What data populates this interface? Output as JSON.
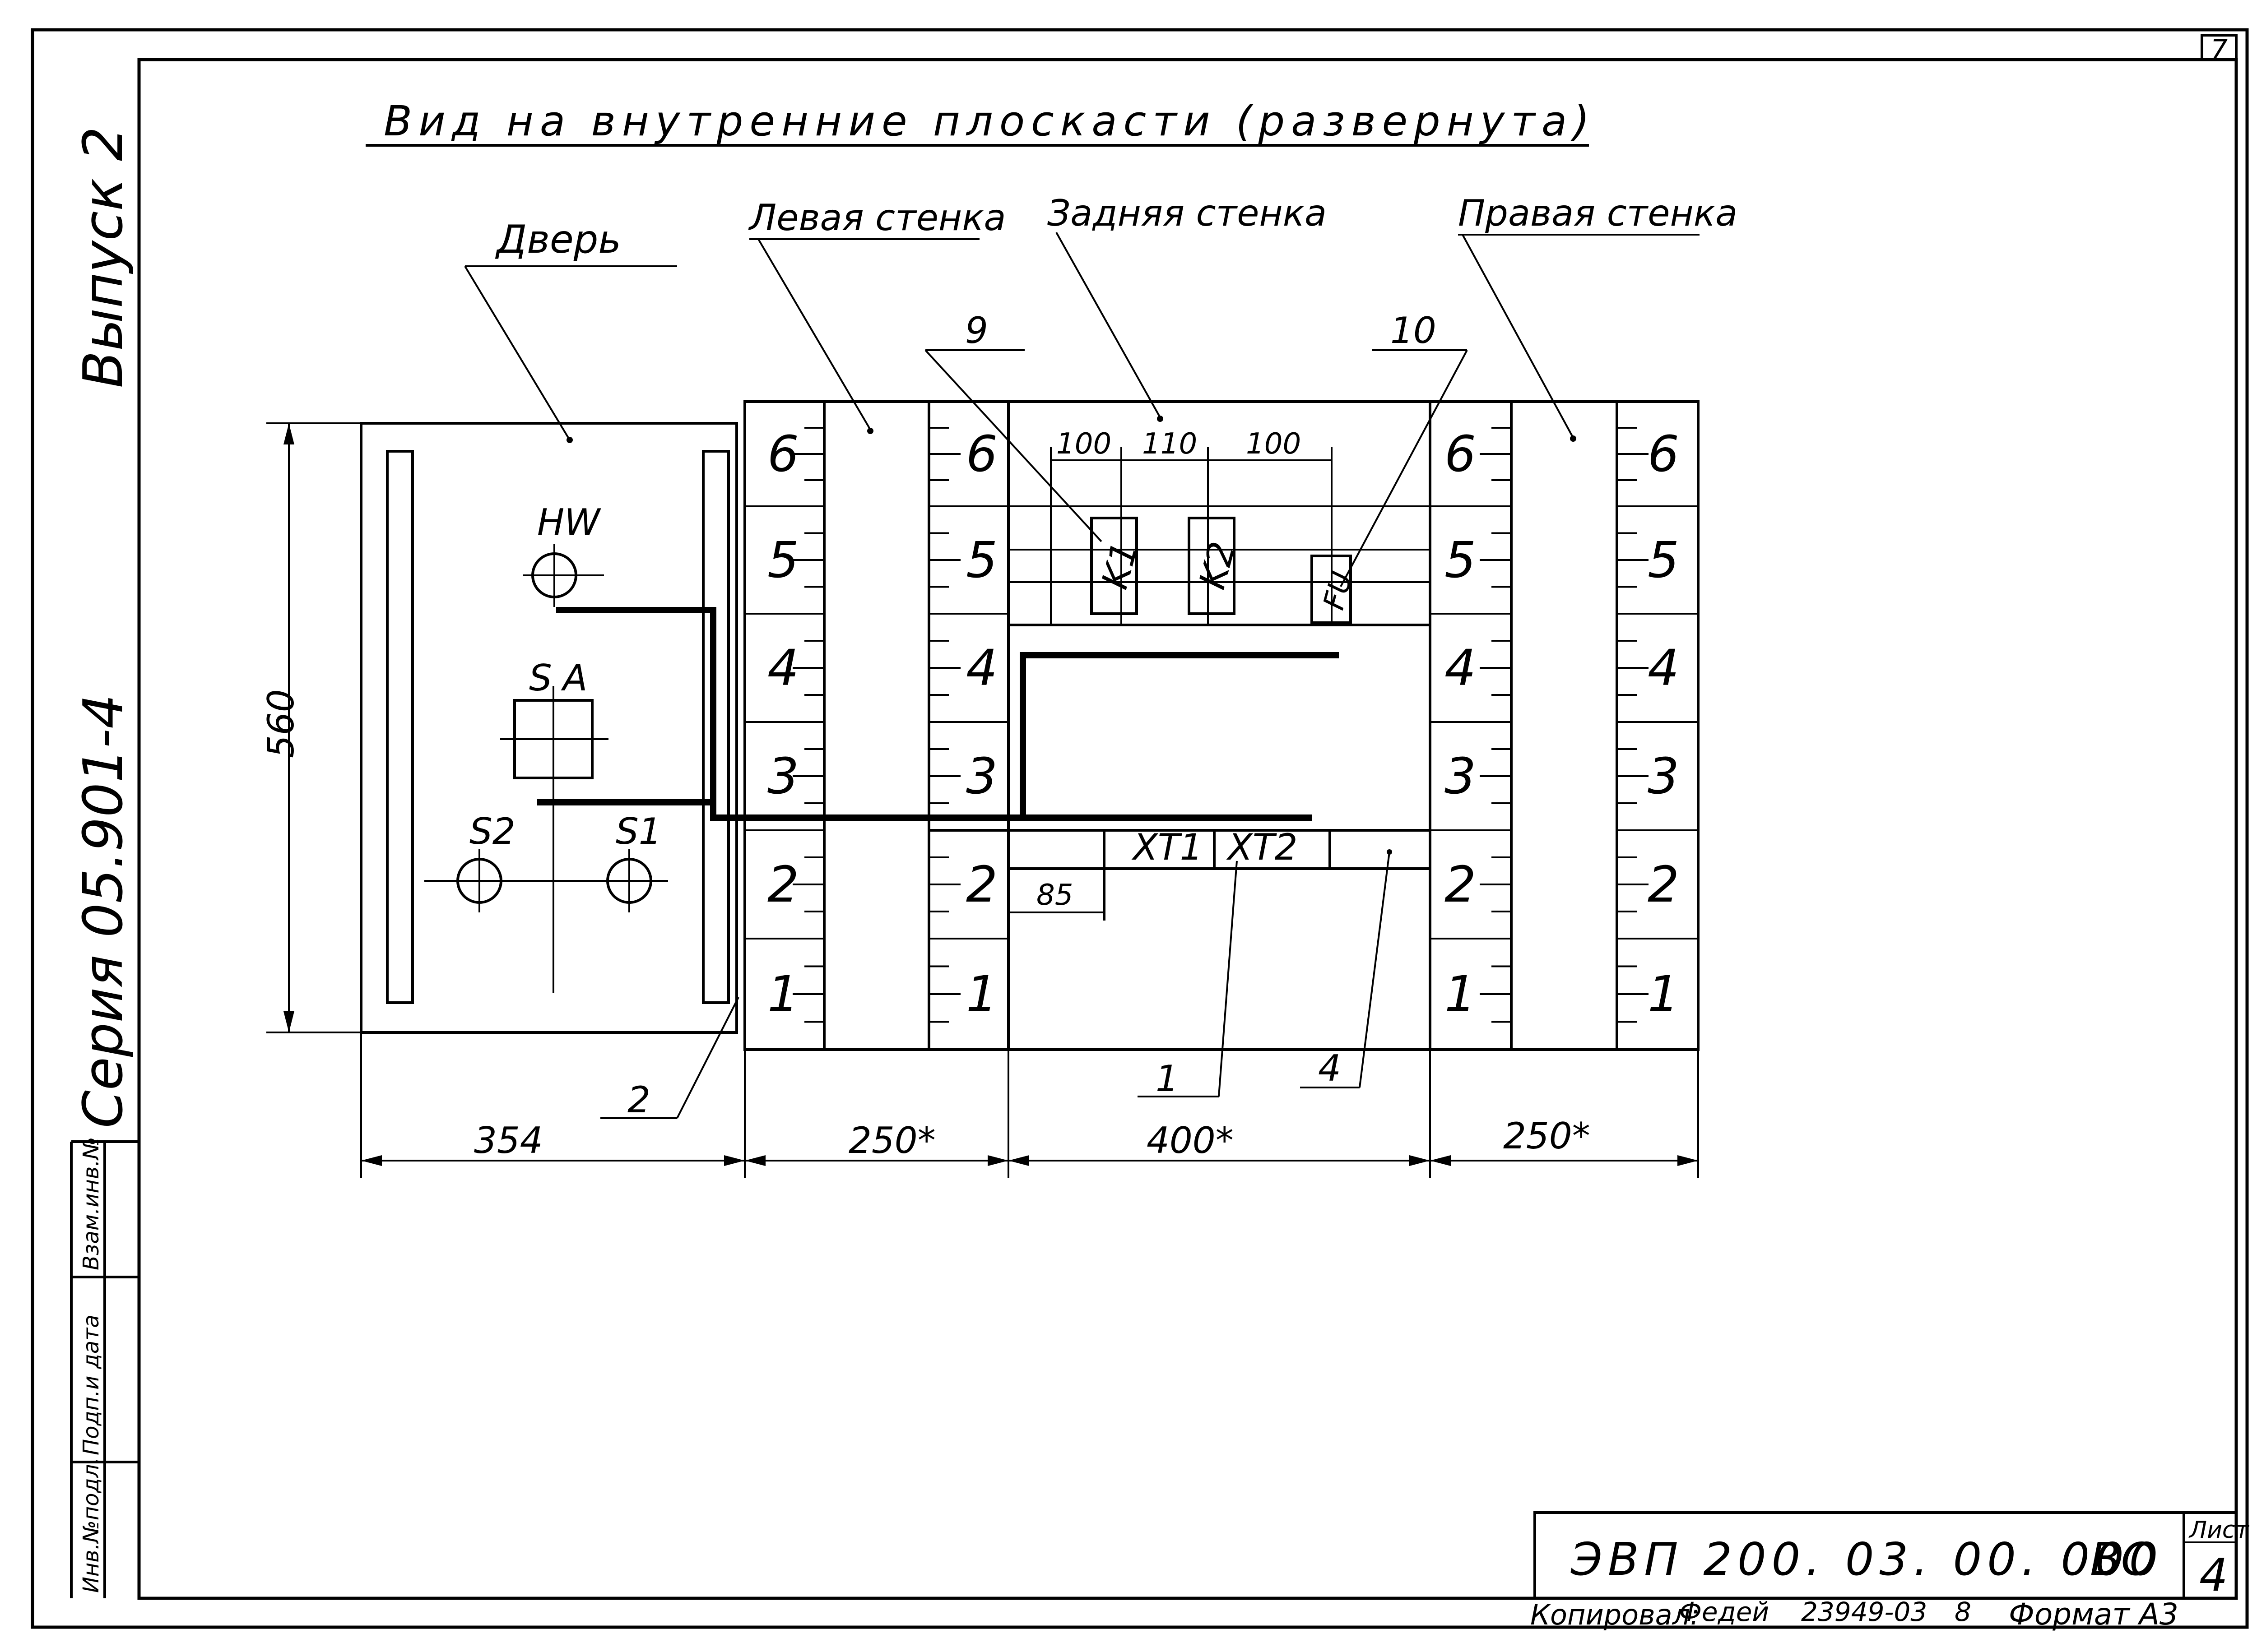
{
  "header": {
    "sheet_corner_number": "7",
    "title": "Вид на внутренние плоскасти (развернута)"
  },
  "margin": {
    "series": "Серия 05.901-4",
    "issue": "Выпуск 2",
    "stamp_cells": [
      "Инв.№подл.",
      "Подп.и дата",
      "Взам.инв.№"
    ]
  },
  "sections": {
    "door": "Дверь",
    "left_wall": "Левая стенка",
    "back_wall": "Задняя стенка",
    "right_wall": "Правая стенка"
  },
  "components": {
    "hw": "HW",
    "sa": "SA",
    "s1": "S1",
    "s2": "S2",
    "k1": "K1",
    "k2": "K2",
    "fu": "FU",
    "xt1": "XT1",
    "xt2": "XT2"
  },
  "rows": [
    "6",
    "5",
    "4",
    "3",
    "2",
    "1"
  ],
  "leaders": {
    "n9": "9",
    "n10": "10",
    "n2": "2",
    "n1": "1",
    "n4": "4"
  },
  "dimensions": {
    "height": "560",
    "door_width": "354",
    "left_width": "250*",
    "back_width": "400*",
    "right_width": "250*",
    "k_spacing_1": "100",
    "k_spacing_2": "110",
    "k_spacing_3": "100",
    "xt_offset": "85"
  },
  "title_block": {
    "document_code": "ЭВП 200. 03. 00. 000",
    "code_suffix": "ВО",
    "sheet_label": "Лист",
    "sheet_number": "4"
  },
  "footer": {
    "copied": "Копировал:",
    "signature": "Федей",
    "order_number": "23949-03",
    "order_suffix": "8",
    "format_label": "Формат А3"
  }
}
